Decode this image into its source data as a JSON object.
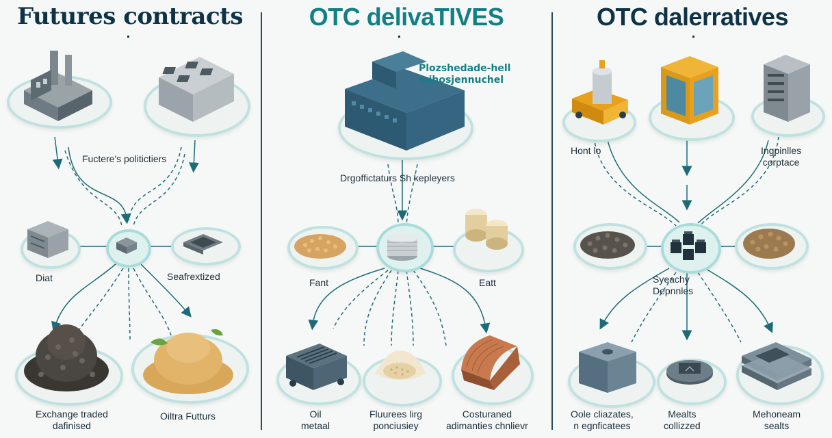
{
  "panels": [
    {
      "title": "Futures contracts",
      "labels": {
        "flow": "Fuctere's politictiers",
        "left_mid": "Diat",
        "right_mid": "Seafrextized",
        "bottom_left": [
          "Exchange traded",
          "dafinised"
        ],
        "bottom_right": "Oiltra Futturs"
      }
    },
    {
      "title": "OTC delivaTIVES",
      "callout": [
        "Plozshedade-hell",
        "mihosjennuchel"
      ],
      "labels": {
        "flow": "Drgoffictaturs  Sh kepleyers",
        "left_mid": "Fant",
        "right_mid": "Eatt",
        "bottom_left": [
          "Oil",
          "metaal"
        ],
        "bottom_mid": [
          "Fluurees lirg",
          "ponciusiey"
        ],
        "bottom_right": [
          "Costuraned",
          "adimanties chnlievr"
        ]
      }
    },
    {
      "title": "OTC dalerratives",
      "labels": {
        "top_left": "Hont lo",
        "top_right": [
          "Ingpinlles",
          "corptace"
        ],
        "center": [
          "Syeachy",
          "Depnnles"
        ],
        "bottom_left": [
          "Oole cliazates,",
          "n egnficatees"
        ],
        "bottom_mid": [
          "Mealts",
          "collizzed"
        ],
        "bottom_right": [
          "Mehoneam",
          "sealts"
        ]
      }
    }
  ],
  "colors": {
    "teal": "#137f85",
    "navy": "#0f3346",
    "ring": "#bfe2e0",
    "arrow": "#1d6b76"
  },
  "icons": [
    "factory-icon",
    "office-building-icon",
    "server-icon",
    "chip-icon",
    "coal-pile-icon",
    "grain-pile-icon",
    "warehouse-icon",
    "beans-icon",
    "stacked-coins-icon",
    "barrels-icon",
    "cargo-container-icon",
    "grains-plate-icon",
    "storage-shed-icon",
    "tank-truck-icon",
    "glass-building-icon",
    "tower-building-icon",
    "pebbles-icon",
    "cubes-icon",
    "box-icon",
    "disc-icon",
    "tray-stack-icon"
  ]
}
